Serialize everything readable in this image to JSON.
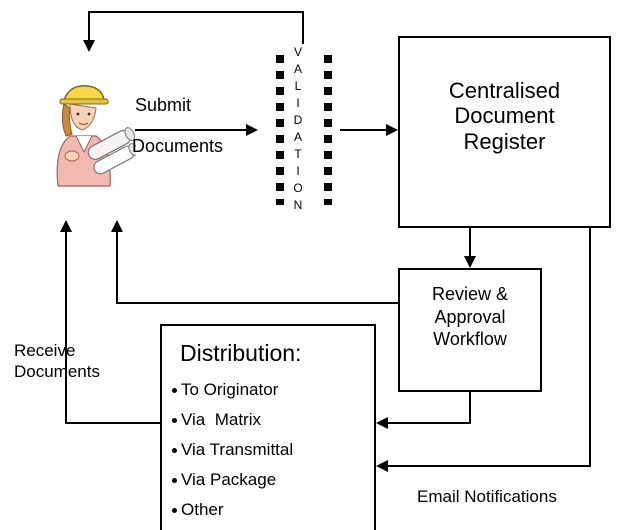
{
  "diagram": {
    "submit_label": "Submit",
    "documents_label": "Documents",
    "validation_letters": [
      "V",
      "A",
      "L",
      "I",
      "D",
      "A",
      "T",
      "I",
      "O",
      "N"
    ],
    "register_title": "Centralised Document Register",
    "review_title": "Review & Approval Workflow",
    "distribution_title": "Distribution:",
    "distribution_items": [
      "To Originator",
      "Via  Matrix",
      "Via Transmittal",
      "Via Package",
      "Other"
    ],
    "receive_label": "Receive Documents",
    "email_label": "Email Notifications"
  },
  "icons": {
    "person": "engineer-with-blueprints-icon"
  }
}
